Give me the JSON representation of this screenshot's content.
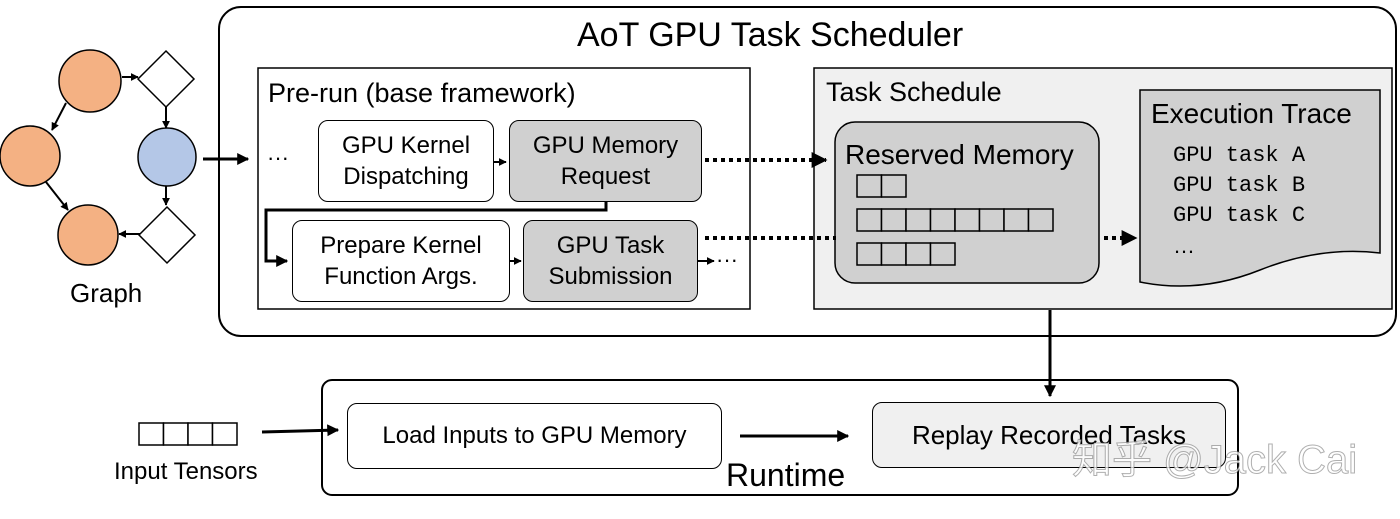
{
  "graph": {
    "label": "Graph"
  },
  "scheduler": {
    "title": "AoT GPU Task Scheduler",
    "prerun": {
      "title": "Pre-run (base framework)",
      "dispatch": [
        "GPU Kernel",
        "Dispatching"
      ],
      "memreq": [
        "GPU Memory",
        "Request"
      ],
      "prepare": [
        "Prepare Kernel",
        "Function Args."
      ],
      "submit": [
        "GPU Task",
        "Submission"
      ],
      "lead_ellipsis": "···",
      "tail_ellipsis": "···"
    },
    "task_schedule": {
      "title": "Task Schedule",
      "reserved_memory": {
        "title": "Reserved Memory",
        "block_rows": [
          2,
          8,
          4
        ]
      },
      "trace": {
        "title": "Execution Trace",
        "items": [
          "GPU task A",
          "GPU task B",
          "GPU task C",
          "…"
        ]
      }
    }
  },
  "runtime": {
    "label": "Runtime",
    "load": "Load Inputs to GPU Memory",
    "replay": "Replay Recorded Tasks",
    "input_label": "Input Tensors",
    "input_cells": 4
  },
  "watermark": "知乎 @Jack Cai",
  "colors": {
    "orange_node": "#f4b183",
    "blue_node": "#b4c7e7",
    "gray_box": "#d0d0d0",
    "light_panel": "#f0f0f0"
  }
}
